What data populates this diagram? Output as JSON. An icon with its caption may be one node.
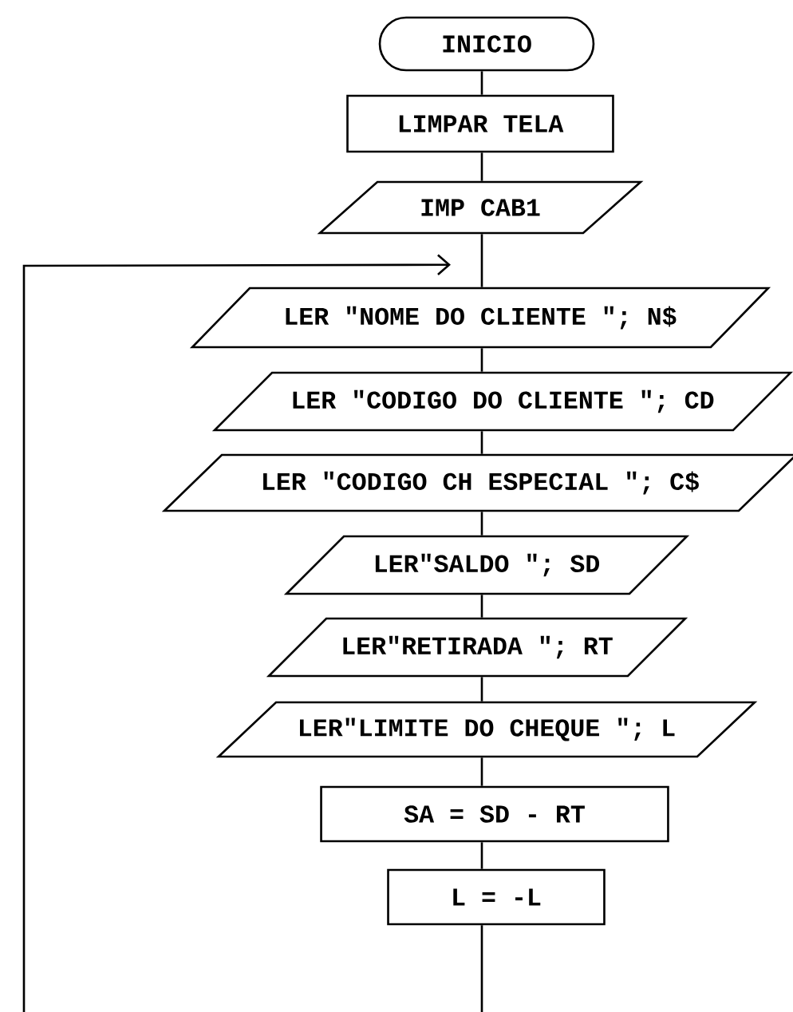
{
  "diagram": {
    "nodes": [
      {
        "text": [
          "INICIO"
        ]
      },
      {
        "text": [
          "LIMPAR TELA"
        ]
      },
      {
        "text": [
          "IMP CAB1"
        ]
      },
      {
        "text": [
          "LER \"NOME DO CLIENTE \"; N$"
        ]
      },
      {
        "text": [
          "LER \"CODIGO DO CLIENTE \"; CD"
        ]
      },
      {
        "text": [
          "LER \"CODIGO CH ESPECIAL \"; C$"
        ]
      },
      {
        "text": [
          "LER\"SALDO \"; SD"
        ]
      },
      {
        "text": [
          "LER\"RETIRADA \"; RT"
        ]
      },
      {
        "text": [
          "LER\"LIMITE DO CHEQUE \"; L"
        ]
      },
      {
        "text": [
          "SA = SD - RT"
        ]
      },
      {
        "text": [
          "L = -L"
        ]
      }
    ],
    "edges": [
      {
        "from": 0,
        "to": 1,
        "arrow": "none"
      },
      {
        "from": 1,
        "to": 2,
        "arrow": "none"
      },
      {
        "from": 2,
        "to": 3,
        "arrow": "none"
      },
      {
        "from": 3,
        "to": 4,
        "arrow": "none"
      },
      {
        "from": 4,
        "to": 5,
        "arrow": "none"
      },
      {
        "from": 5,
        "to": 6,
        "arrow": "none"
      },
      {
        "from": 6,
        "to": 7,
        "arrow": "none"
      },
      {
        "from": 7,
        "to": 8,
        "arrow": "none"
      },
      {
        "from": 8,
        "to": 9,
        "arrow": "none"
      },
      {
        "from": 9,
        "to": 10,
        "arrow": "none"
      },
      {
        "from": 10,
        "to": null,
        "arrow": "none"
      },
      {
        "from": null,
        "to": 3,
        "arrow": "to"
      }
    ]
  }
}
